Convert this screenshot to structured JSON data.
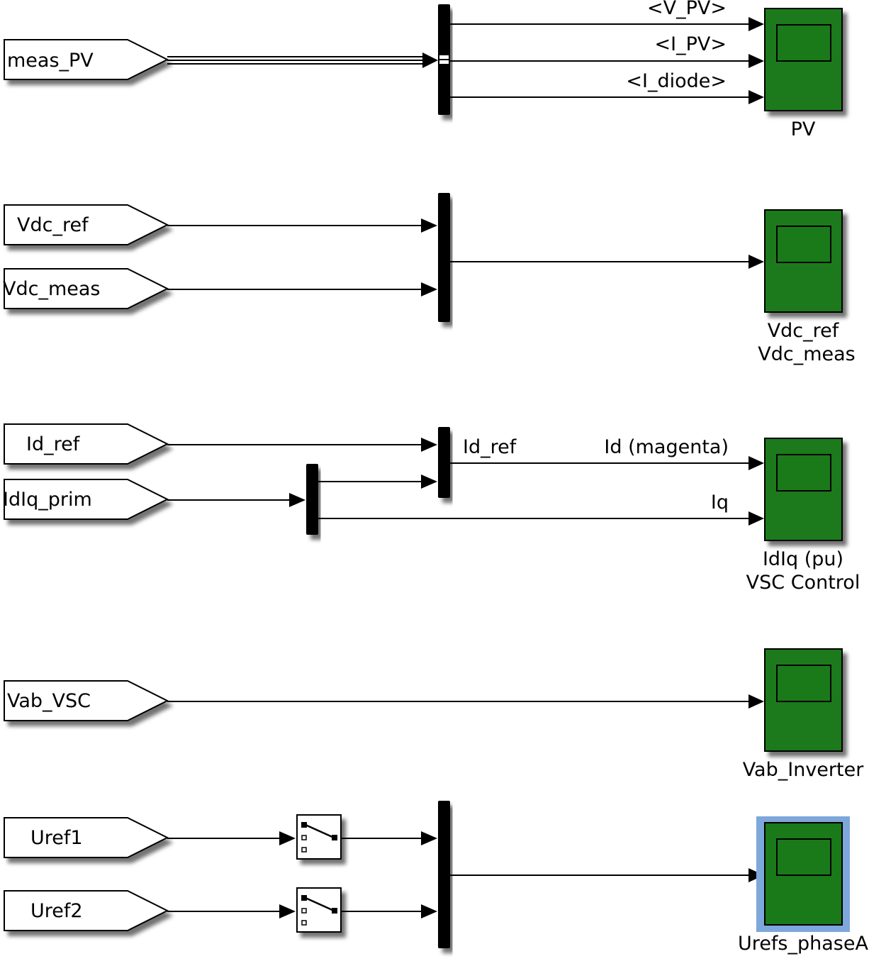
{
  "colors": {
    "scope_fill": "#1a7a1a",
    "scope_screen": "#1a7a1a",
    "selection_highlight": "#7ea7db",
    "line": "#000000"
  },
  "sources": {
    "meas_pv": "meas_PV",
    "vdc_ref": "Vdc_ref",
    "vdc_meas": "Vdc_meas",
    "id_ref": "Id_ref",
    "idiq_prim": "IdIq_prim",
    "vab_vsc": "Vab_VSC",
    "uref1": "Uref1",
    "uref2": "Uref2"
  },
  "signals": {
    "v_pv": "<V_PV>",
    "i_pv": "<I_PV>",
    "i_diode": "<I_diode>",
    "id_ref": "Id_ref",
    "id_magenta": "Id (magenta)",
    "iq": "Iq"
  },
  "scopes": {
    "pv": {
      "line1": "PV"
    },
    "vdc": {
      "line1": "Vdc_ref",
      "line2": "Vdc_meas"
    },
    "idiq": {
      "line1": "IdIq (pu)",
      "line2": "VSC Control"
    },
    "vab": {
      "line1": "Vab_Inverter"
    },
    "urefs": {
      "line1": "Urefs_phaseA"
    }
  }
}
